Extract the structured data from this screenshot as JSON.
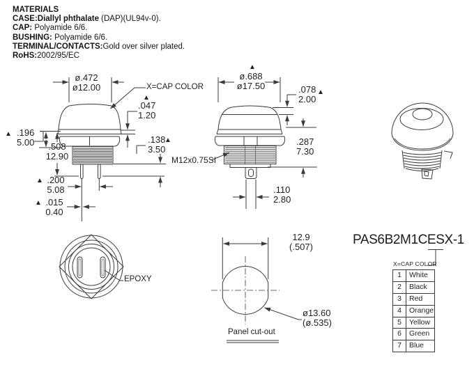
{
  "colors": {
    "line_color": "#3a3a3a",
    "text_color": "#1f1f1f",
    "background": "#ffffff"
  },
  "markers": {
    "triangle": "▲"
  },
  "materials": {
    "title": "MATERIALS",
    "lines": [
      {
        "bold": "CASE:Diallyl phthalate",
        "rest": " (DAP)(UL94v-0)."
      },
      {
        "bold": "CAP:",
        "rest": " Polyamide 6/6."
      },
      {
        "bold": "BUSHING:",
        "rest": " Polyamide 6/6."
      },
      {
        "bold": "TERMINAL/CONTACTS:",
        "rest": "Gold over silver plated."
      },
      {
        "bold": "RoHS:",
        "rest": "2002/95/EC"
      }
    ]
  },
  "dimensions": {
    "side_view": {
      "cap_top_diameter": {
        "inch": "ø.472",
        "mm": "ø12.00"
      },
      "cap_color_note": "X=CAP COLOR",
      "cap_lip": {
        "inch": ".047",
        "mm": "1.20"
      },
      "height_196": {
        "inch": ".196",
        "mm": "5.00"
      },
      "body_height": {
        "inch": ".508",
        "mm": "12.90"
      },
      "height_138": {
        "inch": ".138",
        "mm": "3.50"
      },
      "pin_spacing": {
        "inch": ".200",
        "mm": "5.08"
      },
      "pin_thickness": {
        "inch": ".015",
        "mm": "0.40"
      }
    },
    "front_view": {
      "cap_diameter": {
        "inch": "ø.688",
        "mm": "ø17.50"
      },
      "top_band": {
        "inch": ".078",
        "mm": "2.00"
      },
      "bushing_height": {
        "inch": ".287",
        "mm": "7.30"
      },
      "thread_spec": "M12x0.75SI",
      "terminal_width": {
        "inch": ".110",
        "mm": "2.80"
      }
    }
  },
  "bottom_view": {
    "epoxy_label": "EPOXY"
  },
  "panel_cutout": {
    "width_mm": "12.9",
    "width_in": "(.507)",
    "diameter_mm": "ø13.60",
    "diameter_in": "(ø.535)",
    "caption": "Panel cut-out"
  },
  "part_number": {
    "value": "PAS6B2M1CESX-1",
    "cap_color_key": "X=CAP COLOR",
    "table": {
      "rows": [
        {
          "code": "1",
          "color": "White"
        },
        {
          "code": "2",
          "color": "Black"
        },
        {
          "code": "3",
          "color": "Red"
        },
        {
          "code": "4",
          "color": "Orange"
        },
        {
          "code": "5",
          "color": "Yellow"
        },
        {
          "code": "6",
          "color": "Green"
        },
        {
          "code": "7",
          "color": "Blue"
        }
      ]
    }
  }
}
